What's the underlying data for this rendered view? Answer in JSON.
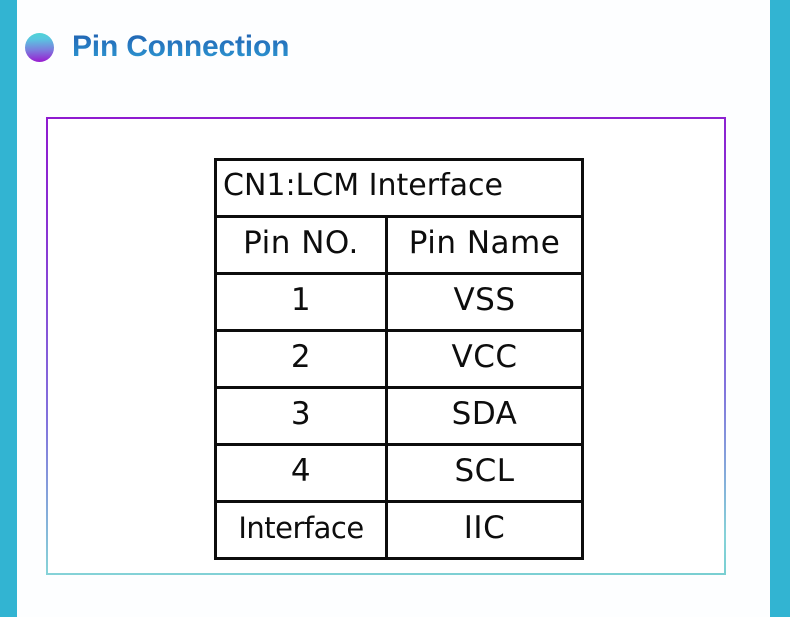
{
  "theme": {
    "accent_bar_color": "#32b4d2",
    "title_color": "#2270ba",
    "box_border_top_color": "#8f1ad0",
    "box_border_bottom_color": "#79cfd2",
    "bullet_top_color": "#4ed5d5",
    "bullet_bottom_color": "#9b18d0",
    "table_line_color": "#0d0d0d"
  },
  "slide": {
    "title": "Pin Connection",
    "bullet_icon": "gradient-circle-bullet-icon"
  },
  "pin_table": {
    "caption": "CN1:LCM  Interface",
    "columns": [
      "Pin  NO.",
      "Pin  Name"
    ],
    "rows": [
      {
        "pin_no": "1",
        "pin_name": "VSS"
      },
      {
        "pin_no": "2",
        "pin_name": "VCC"
      },
      {
        "pin_no": "3",
        "pin_name": "SDA"
      },
      {
        "pin_no": "4",
        "pin_name": "SCL"
      },
      {
        "pin_no": "Interface",
        "pin_name": "IIC"
      }
    ]
  }
}
